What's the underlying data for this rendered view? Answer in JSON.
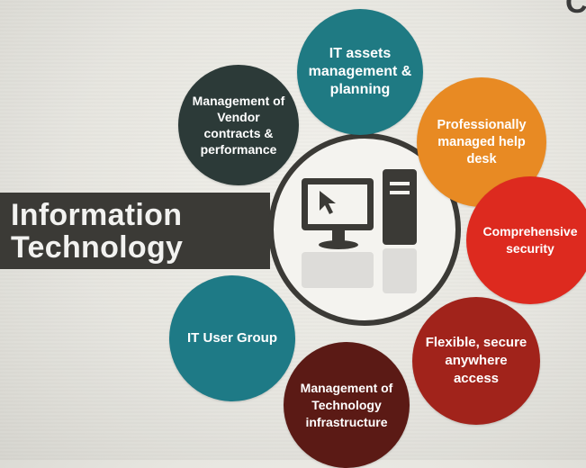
{
  "title": {
    "line1": "Information",
    "line2": "Technology"
  },
  "corner_glyph": "C",
  "services": [
    {
      "label": "IT assets management & planning",
      "color": "#1f7a83"
    },
    {
      "label": "Management of Vendor contracts & performance",
      "color": "#2c3a38"
    },
    {
      "label": "Professionally managed help desk",
      "color": "#e88a23"
    },
    {
      "label": "Comprehensive security",
      "color": "#dd2a1f"
    },
    {
      "label": "Flexible, secure anywhere access",
      "color": "#a1231b"
    },
    {
      "label": "IT User Group",
      "color": "#1e7a86"
    },
    {
      "label": "Management of Technology infrastructure",
      "color": "#5b1a15"
    }
  ],
  "center_icon": "desktop-computer-icon",
  "colors": {
    "title_bar": "#3b3a36",
    "ring": "#3b3a36"
  }
}
